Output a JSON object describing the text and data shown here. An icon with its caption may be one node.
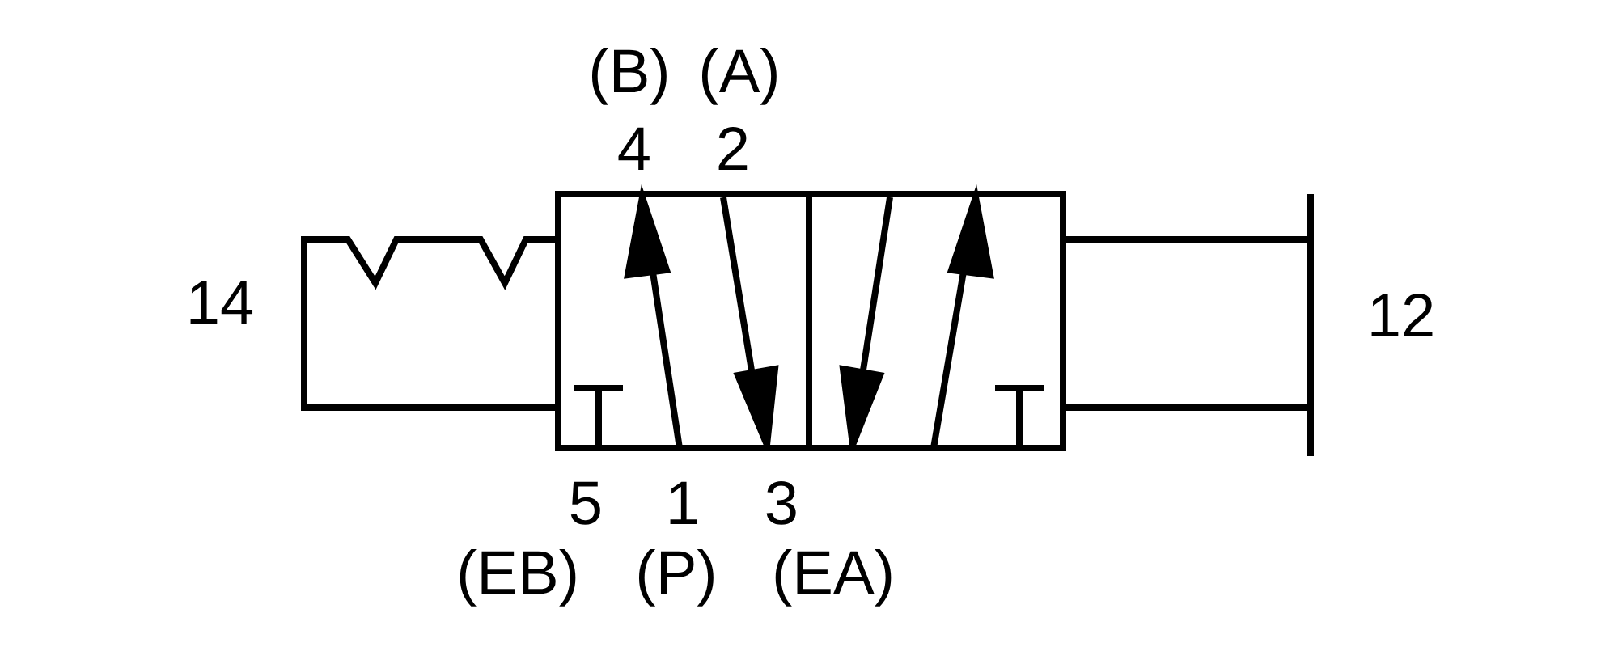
{
  "diagram": {
    "labels": [
      "(B)",
      "(A)",
      "4",
      "2",
      "14",
      "12",
      "5",
      "1",
      "3",
      "(EB)",
      "(P)",
      "(EA)"
    ]
  }
}
